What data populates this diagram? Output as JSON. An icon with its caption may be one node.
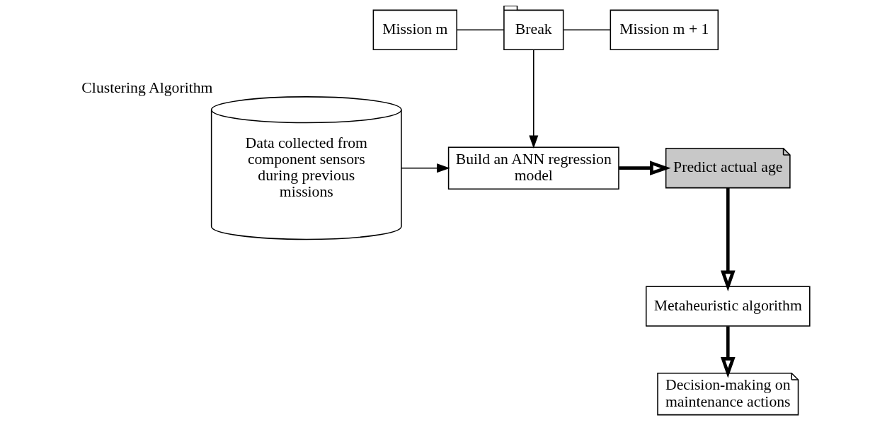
{
  "diagram": {
    "nodes": [
      {
        "text": [
          "Mission m"
        ]
      },
      {
        "text": [
          "Break"
        ]
      },
      {
        "text": [
          "Mission m + 1"
        ]
      },
      {
        "text": [
          "Data collected from component sensors during previous missions"
        ],
        "beside": [
          "Clustering Algorithm"
        ]
      },
      {
        "text": [
          "Build an ANN regression model"
        ]
      },
      {
        "text": [
          "Predict actual age"
        ]
      },
      {
        "text": [
          "Metaheuristic algorithm"
        ]
      },
      {
        "text": [
          "Decision-making on maintenance actions"
        ]
      }
    ],
    "edges": [
      {
        "from": 0,
        "to": 1,
        "arrow": "none"
      },
      {
        "from": 1,
        "to": 2,
        "arrow": "none"
      },
      {
        "from": 1,
        "to": 4,
        "arrow": "to"
      },
      {
        "from": 3,
        "to": 4,
        "arrow": "to"
      },
      {
        "from": 4,
        "to": 5,
        "arrow": "to",
        "style": "thick"
      },
      {
        "from": 5,
        "to": 6,
        "arrow": "to",
        "style": "thick"
      },
      {
        "from": 6,
        "to": 7,
        "arrow": "to",
        "style": "thick"
      }
    ]
  }
}
